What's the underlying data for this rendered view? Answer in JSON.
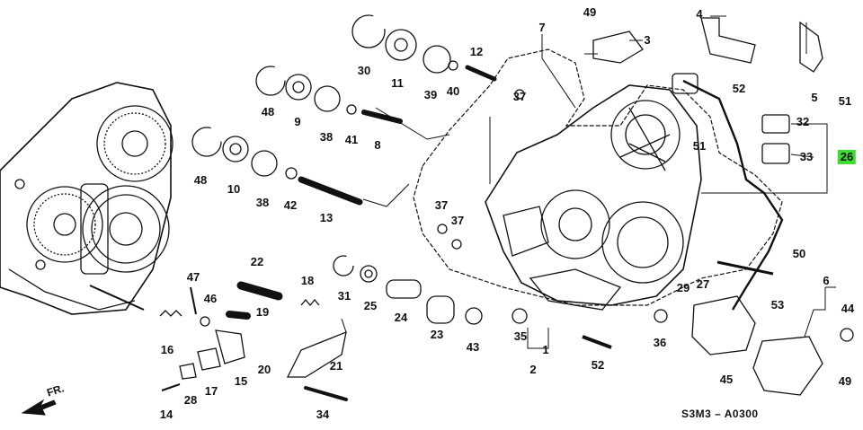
{
  "diagram": {
    "direction_label": "FR.",
    "diagram_code": "S3M3 – A0300",
    "highlight_color": "#3ddc2f",
    "callouts": [
      "1",
      "2",
      "3",
      "4",
      "5",
      "6",
      "7",
      "8",
      "9",
      "10",
      "11",
      "12",
      "13",
      "14",
      "15",
      "16",
      "17",
      "18",
      "19",
      "20",
      "21",
      "22",
      "23",
      "24",
      "25",
      "26",
      "27",
      "28",
      "29",
      "30",
      "31",
      "32",
      "33",
      "34",
      "35",
      "36",
      "37",
      "37",
      "37",
      "38",
      "38",
      "39",
      "40",
      "41",
      "42",
      "43",
      "44",
      "45",
      "46",
      "47",
      "48",
      "48",
      "49",
      "49",
      "50",
      "51",
      "51",
      "52",
      "52",
      "53"
    ],
    "highlighted_callout": "26"
  }
}
